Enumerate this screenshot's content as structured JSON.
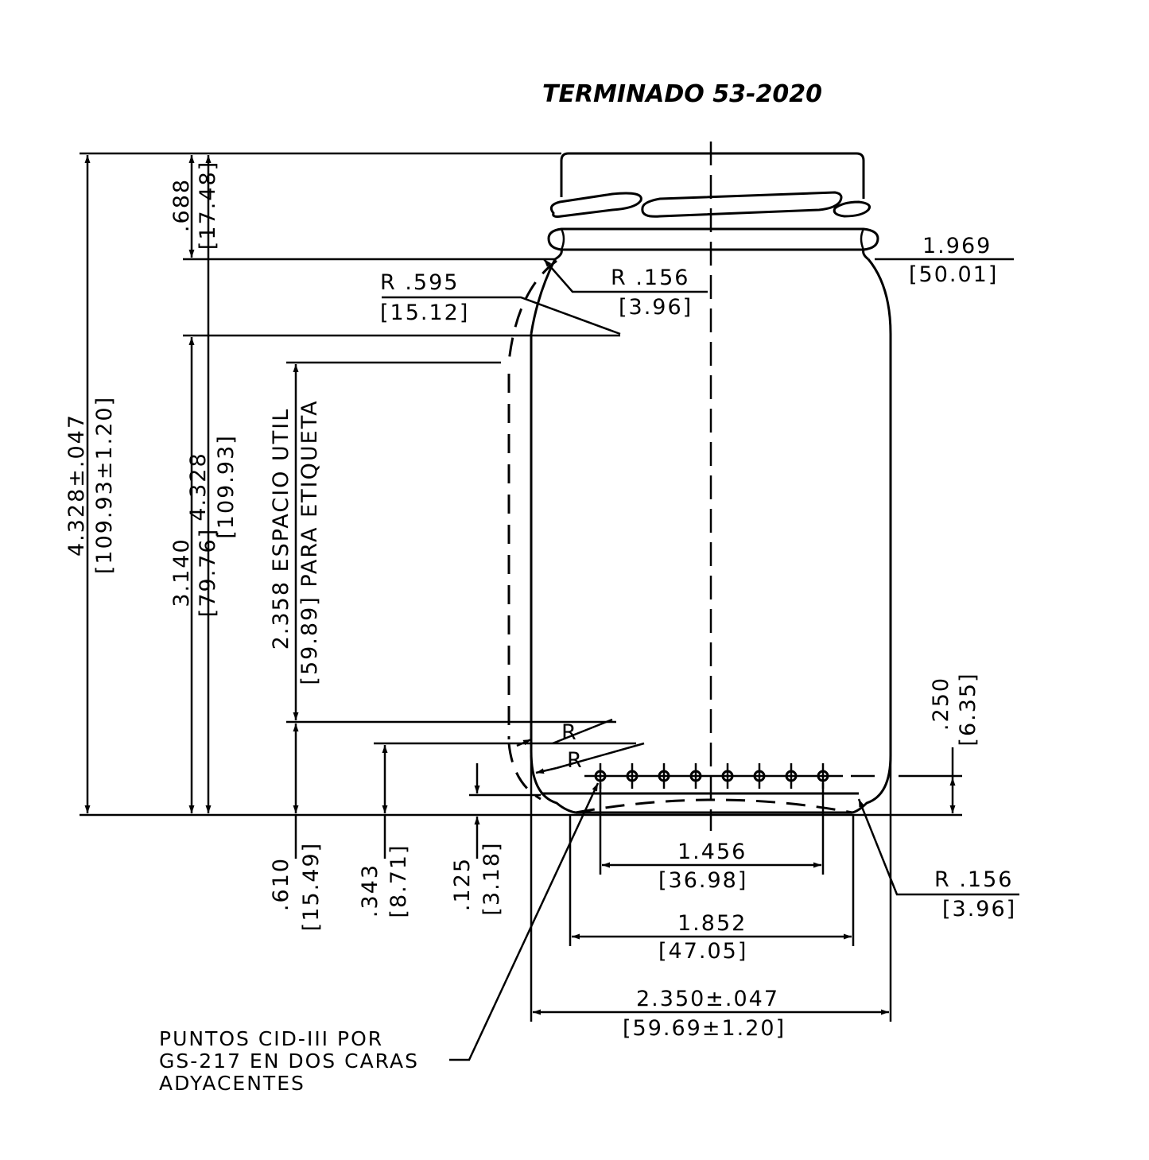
{
  "title": "TERMINADO 53-2020",
  "dimensions": {
    "neck_height": {
      "value": ".688",
      "metric": "[17.48]"
    },
    "finish_diameter": {
      "value": "1.969",
      "metric": "[50.01]"
    },
    "shoulder_radius": {
      "value": "R .595",
      "metric": "[15.12]"
    },
    "neck_radius": {
      "value": "R .156",
      "metric": "[3.96]"
    },
    "overall_height": {
      "value": "4.328±.047",
      "metric": "[109.93±1.20]"
    },
    "overall_height_ref": {
      "value": "4.328",
      "metric": "[109.93]"
    },
    "shoulder_height": {
      "value": "3.140",
      "metric": "[79.76]"
    },
    "label_space": {
      "value": "2.358 ESPACIO UTIL",
      "metric": "[59.89] PARA ETIQUETA"
    },
    "heel_r_upper": {
      "value": "R"
    },
    "heel_r_lower": {
      "value": "R"
    },
    "label_bottom": {
      "value": ".610",
      "metric": "[15.49]"
    },
    "heel_height": {
      "value": ".343",
      "metric": "[8.71]"
    },
    "base_offset": {
      "value": ".125",
      "metric": "[3.18]"
    },
    "dots_height": {
      "value": ".250",
      "metric": "[6.35]"
    },
    "dots_span": {
      "value": "1.456",
      "metric": "[36.98]"
    },
    "bearing_diameter": {
      "value": "1.852",
      "metric": "[47.05]"
    },
    "body_diameter": {
      "value": "2.350±.047",
      "metric": "[59.69±1.20]"
    },
    "base_radius": {
      "value": "R .156",
      "metric": "[3.96]"
    }
  },
  "note": {
    "line1": "PUNTOS CID-III POR",
    "line2": "GS-217 EN DOS CARAS",
    "line3": "ADYACENTES"
  }
}
